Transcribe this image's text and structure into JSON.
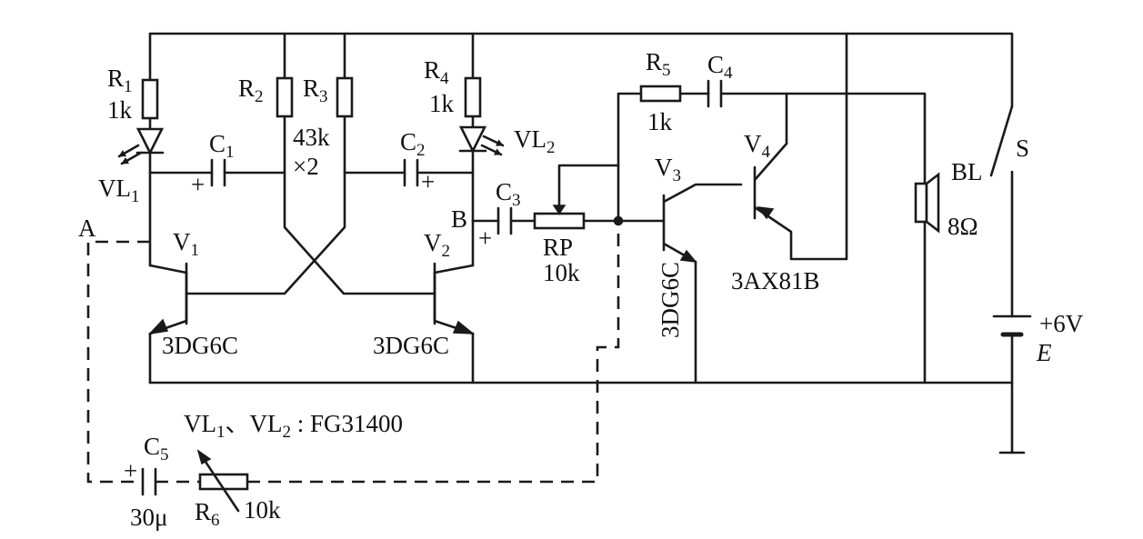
{
  "components": {
    "R1": {
      "name": "R",
      "sub": "1",
      "value": "1k"
    },
    "R2": {
      "name": "R",
      "sub": "2"
    },
    "R3": {
      "name": "R",
      "sub": "3",
      "value": "43k",
      "note": "×2"
    },
    "R4": {
      "name": "R",
      "sub": "4",
      "value": "1k"
    },
    "R5": {
      "name": "R",
      "sub": "5",
      "value": "1k"
    },
    "R6": {
      "name": "R",
      "sub": "6",
      "value": "10k"
    },
    "C1": {
      "name": "C",
      "sub": "1"
    },
    "C2": {
      "name": "C",
      "sub": "2"
    },
    "C3": {
      "name": "C",
      "sub": "3"
    },
    "C4": {
      "name": "C",
      "sub": "4"
    },
    "C5": {
      "name": "C",
      "sub": "5",
      "value": "30μ"
    },
    "RP": {
      "name": "RP",
      "value": "10k"
    },
    "VL1": {
      "name": "VL",
      "sub": "1"
    },
    "VL2": {
      "name": "VL",
      "sub": "2"
    },
    "V1": {
      "name": "V",
      "sub": "1",
      "type": "3DG6C"
    },
    "V2": {
      "name": "V",
      "sub": "2",
      "type": "3DG6C"
    },
    "V3": {
      "name": "V",
      "sub": "3",
      "type": "3DG6C"
    },
    "V4": {
      "name": "V",
      "sub": "4",
      "type": "3AX81B"
    },
    "BL": {
      "name": "BL",
      "value": "8Ω"
    },
    "S": {
      "name": "S"
    },
    "E": {
      "name": "E",
      "value": "+6V"
    }
  },
  "nodes": {
    "A": "A",
    "B": "B"
  },
  "note": {
    "p1": "VL",
    "s1": "1",
    "sep": "、VL",
    "s2": "2",
    "p2": " : FG31400"
  },
  "polarity": {
    "plus": "+"
  }
}
